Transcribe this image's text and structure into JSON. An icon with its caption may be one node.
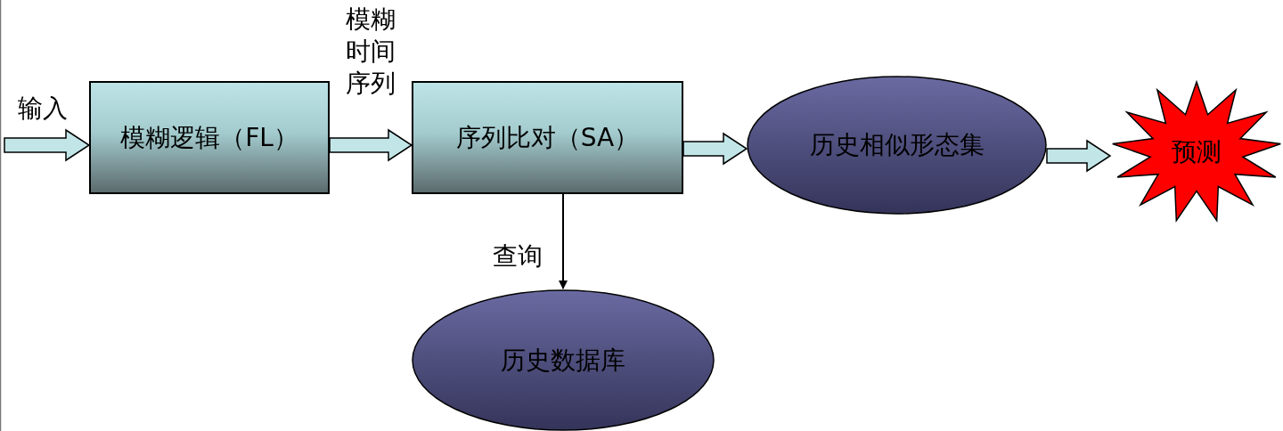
{
  "diagram": {
    "nodes": [
      {
        "text": [
          "模糊逻辑（FL）"
        ]
      },
      {
        "text": [
          "序列比对（SA）"
        ]
      },
      {
        "text": [
          "历史相似形态集"
        ]
      },
      {
        "text": [
          "预测"
        ]
      },
      {
        "text": [
          "历史数据库"
        ]
      }
    ],
    "edges": [
      {
        "from": null,
        "to": 0,
        "arrow": "to",
        "label": "输入",
        "style": "thick"
      },
      {
        "from": 0,
        "to": 1,
        "arrow": "to",
        "label": "模糊时间序列",
        "style": "thick"
      },
      {
        "from": 1,
        "to": 2,
        "arrow": "to",
        "style": "thick"
      },
      {
        "from": 2,
        "to": 3,
        "arrow": "to",
        "style": "thick"
      },
      {
        "from": 1,
        "to": 4,
        "arrow": "to",
        "label": "查询"
      }
    ]
  }
}
